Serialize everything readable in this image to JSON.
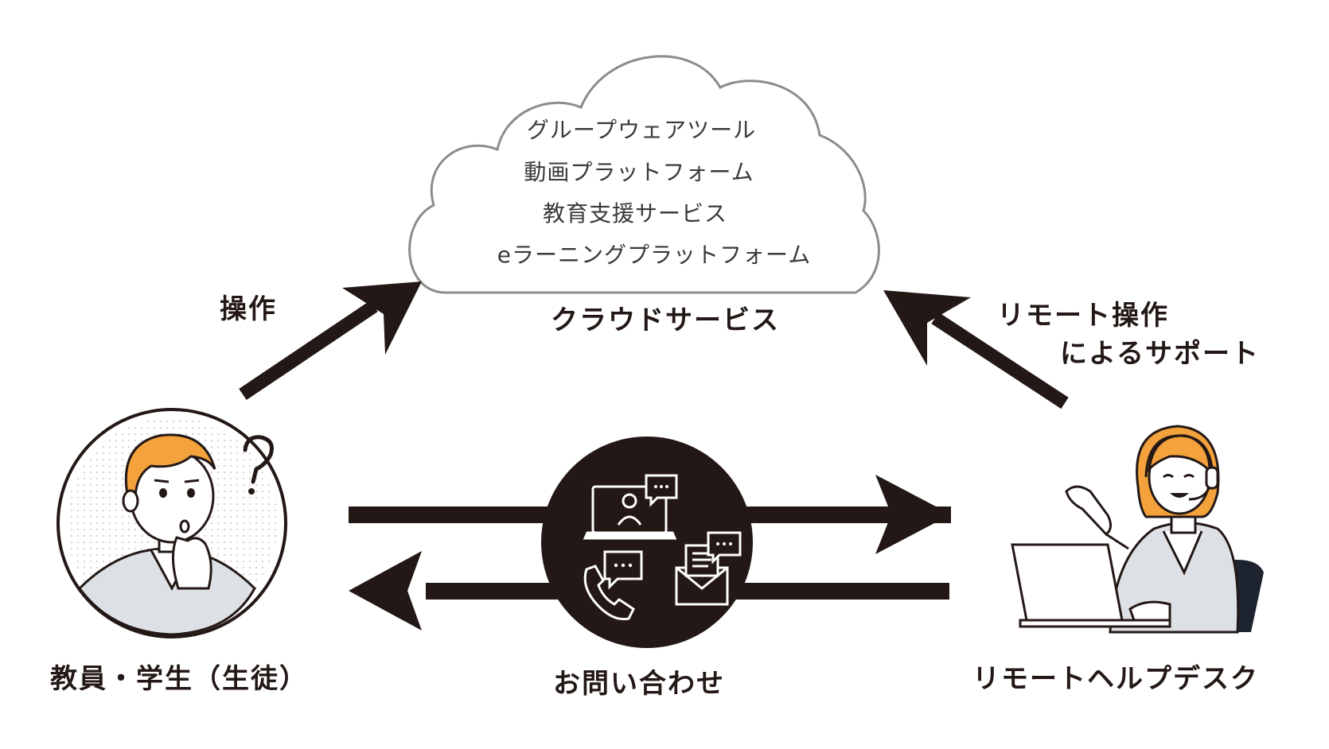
{
  "cloud": {
    "items": [
      "グループウェアツール",
      "動画プラットフォーム",
      "教育支援サービス",
      "eラーニングプラットフォーム"
    ],
    "label": "クラウドサービス"
  },
  "arrows": {
    "left_label": "操作",
    "right_label_line1": "リモート操作",
    "right_label_line2": "によるサポート",
    "bottom_label": "お問い合わせ"
  },
  "user": {
    "label": "教員・学生（生徒）"
  },
  "helpdesk": {
    "label": "リモートヘルプデスク"
  },
  "colors": {
    "arrow": "#231815",
    "hair": "#f4a23c",
    "cloud_stroke": "#8c8c8c",
    "suit": "#dde1e6"
  }
}
